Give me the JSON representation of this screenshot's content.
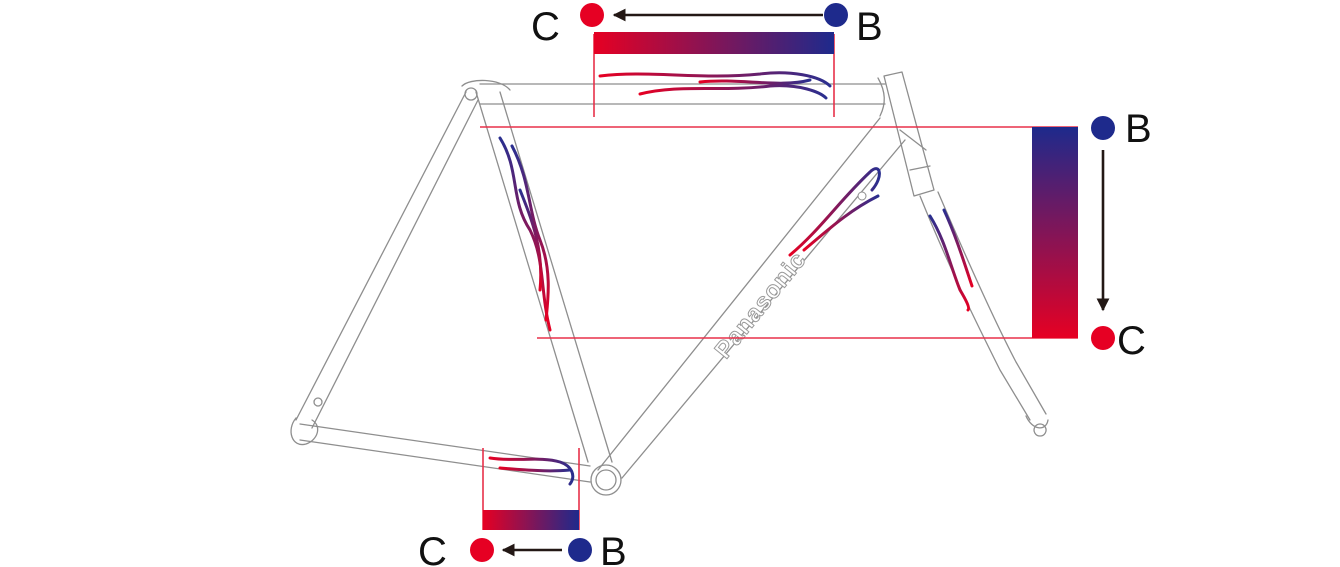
{
  "colors": {
    "B": "#1e2a8c",
    "C": "#e60023",
    "guide": "#e8304a",
    "frame": "#8e8e8e",
    "arrow": "#231815"
  },
  "icons": [
    "red-dot",
    "blue-dot",
    "left-arrow",
    "down-arrow",
    "flame-decal"
  ],
  "gradients": {
    "top_tube": {
      "from_label": "B",
      "to_label": "C"
    },
    "seat_tube": {
      "from_label": "B",
      "to_label": "C"
    },
    "chainstay": {
      "from_label": "B",
      "to_label": "C"
    }
  },
  "frame": {
    "brand_text": "Panasonic"
  }
}
